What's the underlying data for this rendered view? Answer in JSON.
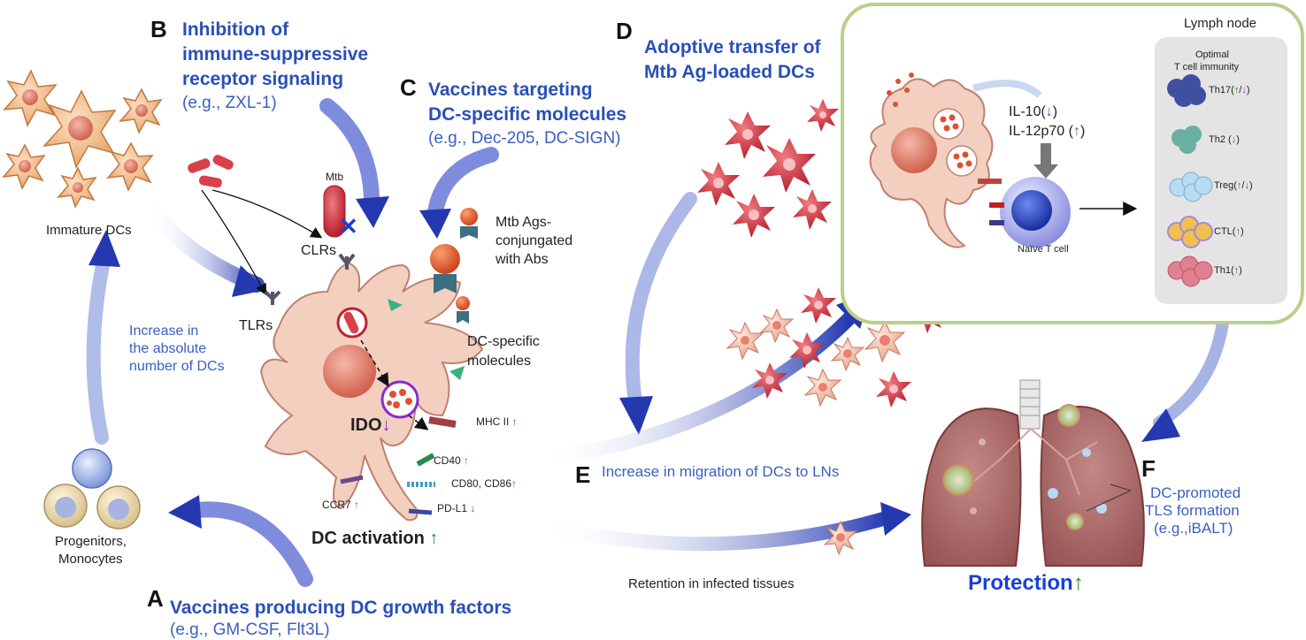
{
  "sections": {
    "A": {
      "letter": "A",
      "title": "Vaccines producing DC growth factors",
      "example": "(e.g., GM-CSF, Flt3L)"
    },
    "B": {
      "letter": "B",
      "title_line1": "Inhibition of",
      "title_line2": "immune-suppressive",
      "title_line3": "receptor signaling",
      "example": "(e.g., ZXL-1)"
    },
    "C": {
      "letter": "C",
      "title_line1": "Vaccines targeting",
      "title_line2": "DC-specific molecules",
      "example": "(e.g., Dec-205, DC-SIGN)"
    },
    "D": {
      "letter": "D",
      "title_line1": "Adoptive transfer of",
      "title_line2": "Mtb Ag-loaded DCs"
    },
    "E": {
      "letter": "E",
      "text": "Increase in migration of DCs to LNs"
    },
    "F": {
      "letter": "F",
      "line1": "DC-promoted",
      "line2": "TLS formation",
      "line3": "(e.g.,iBALT)"
    }
  },
  "labels": {
    "immature_dcs": "Immature DCs",
    "progenitors_line1": "Progenitors,",
    "progenitors_line2": "Monocytes",
    "increase_line1": "Increase in",
    "increase_line2": "the absolute",
    "increase_line3": "number of DCs",
    "mtb": "Mtb",
    "clrs": "CLRs",
    "tlrs": "TLRs",
    "mtb_ags_line1": "Mtb Ags-",
    "mtb_ags_line2": "conjungated",
    "mtb_ags_line3": "with Abs",
    "dc_specific_line1": "DC-specific",
    "dc_specific_line2": "molecules",
    "ido": "IDO",
    "mhc2": "MHC II",
    "cd40": "CD40",
    "cd80_86": "CD80, CD86",
    "pdl1": "PD-L1",
    "ccr7": "CCR7",
    "dc_activation": "DC activation",
    "retention": "Retention in infected tissues",
    "protection": "Protection",
    "lymph_node": "Lymph node",
    "optimal_line1": "Optimal",
    "optimal_line2": "T cell immunity",
    "il10": "IL-10(",
    "il12": "IL-12p70 (",
    "naive_t": "Naïve T cell",
    "arrow_up": "↑",
    "arrow_down": "↓",
    "th17": "Th17(",
    "th2": "Th2 (",
    "treg": "Treg(",
    "ctl": "CTL(",
    "th1": "Th1(",
    "slash": "/",
    "close": ")"
  },
  "colors": {
    "heading_blue": "#2a4fb8",
    "sub_blue": "#3a5fc0",
    "protection_blue": "#1a3fd8",
    "up_green": "#2a8a2a",
    "down_purple": "#8a2ad0",
    "lymph_box_border": "#b8d08a",
    "lymph_panel": "#e4e4e4",
    "dc_body": "#f3cfc0",
    "lung": "#a86a6a"
  }
}
